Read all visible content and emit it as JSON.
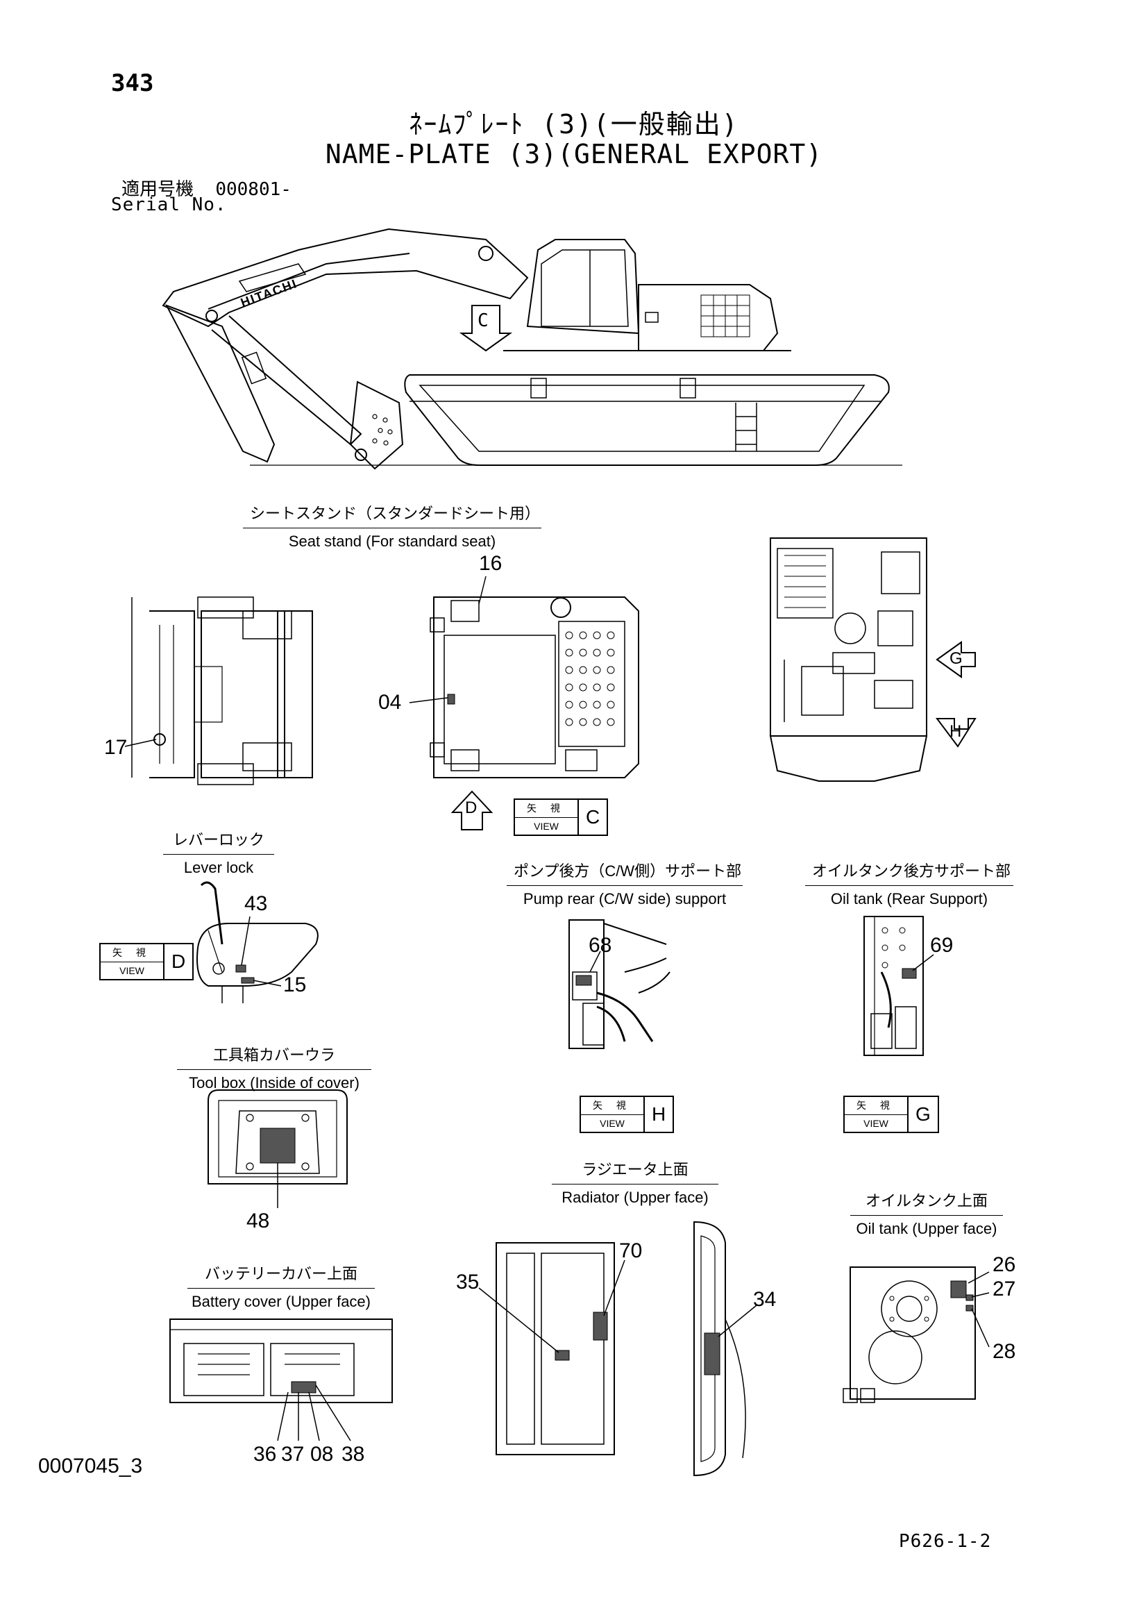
{
  "page_number": "343",
  "title_jp": "ﾈｰﾑﾌﾟﾚｰﾄ (3)(一般輸出)",
  "title_en": "NAME-PLATE (3)(GENERAL EXPORT)",
  "serial_label_jp": "適用号機",
  "serial_value": "000801-",
  "serial_label_en": "Serial No.",
  "main_view_arrow": "C",
  "sections": {
    "seat_stand": {
      "jp": "シートスタンド（スタンダードシート用）",
      "en": "Seat stand (For standard seat)"
    },
    "lever_lock": {
      "jp": "レバーロック",
      "en": "Lever lock"
    },
    "pump_rear": {
      "jp": "ポンプ後方（C/W側）サポート部",
      "en": "Pump rear (C/W side) support"
    },
    "oil_tank_rear": {
      "jp": "オイルタンク後方サポート部",
      "en": "Oil tank (Rear Support)"
    },
    "tool_box": {
      "jp": "工具箱カバーウラ",
      "en": "Tool box (Inside of cover)"
    },
    "radiator": {
      "jp": "ラジエータ上面",
      "en": "Radiator (Upper face)"
    },
    "oil_tank_upper": {
      "jp": "オイルタンク上面",
      "en": "Oil tank (Upper face)"
    },
    "battery_cover": {
      "jp": "バッテリーカバー上面",
      "en": "Battery cover (Upper face)"
    }
  },
  "view_labels": {
    "kanji": "矢 視",
    "word": "VIEW",
    "c": "C",
    "d": "D",
    "h": "H",
    "g": "G"
  },
  "arrows": {
    "d": "D",
    "g": "G",
    "h": "H"
  },
  "callouts": {
    "c16": "16",
    "c04": "04",
    "c17": "17",
    "c43": "43",
    "c15": "15",
    "c68": "68",
    "c69": "69",
    "c48": "48",
    "c70": "70",
    "c35": "35",
    "c34": "34",
    "c26": "26",
    "c27": "27",
    "c28": "28",
    "c36": "36",
    "c37": "37",
    "c08": "08",
    "c38": "38"
  },
  "brand_text": "HITACHI",
  "doc_id": "0007045_3",
  "page_code": "P626-1-2"
}
